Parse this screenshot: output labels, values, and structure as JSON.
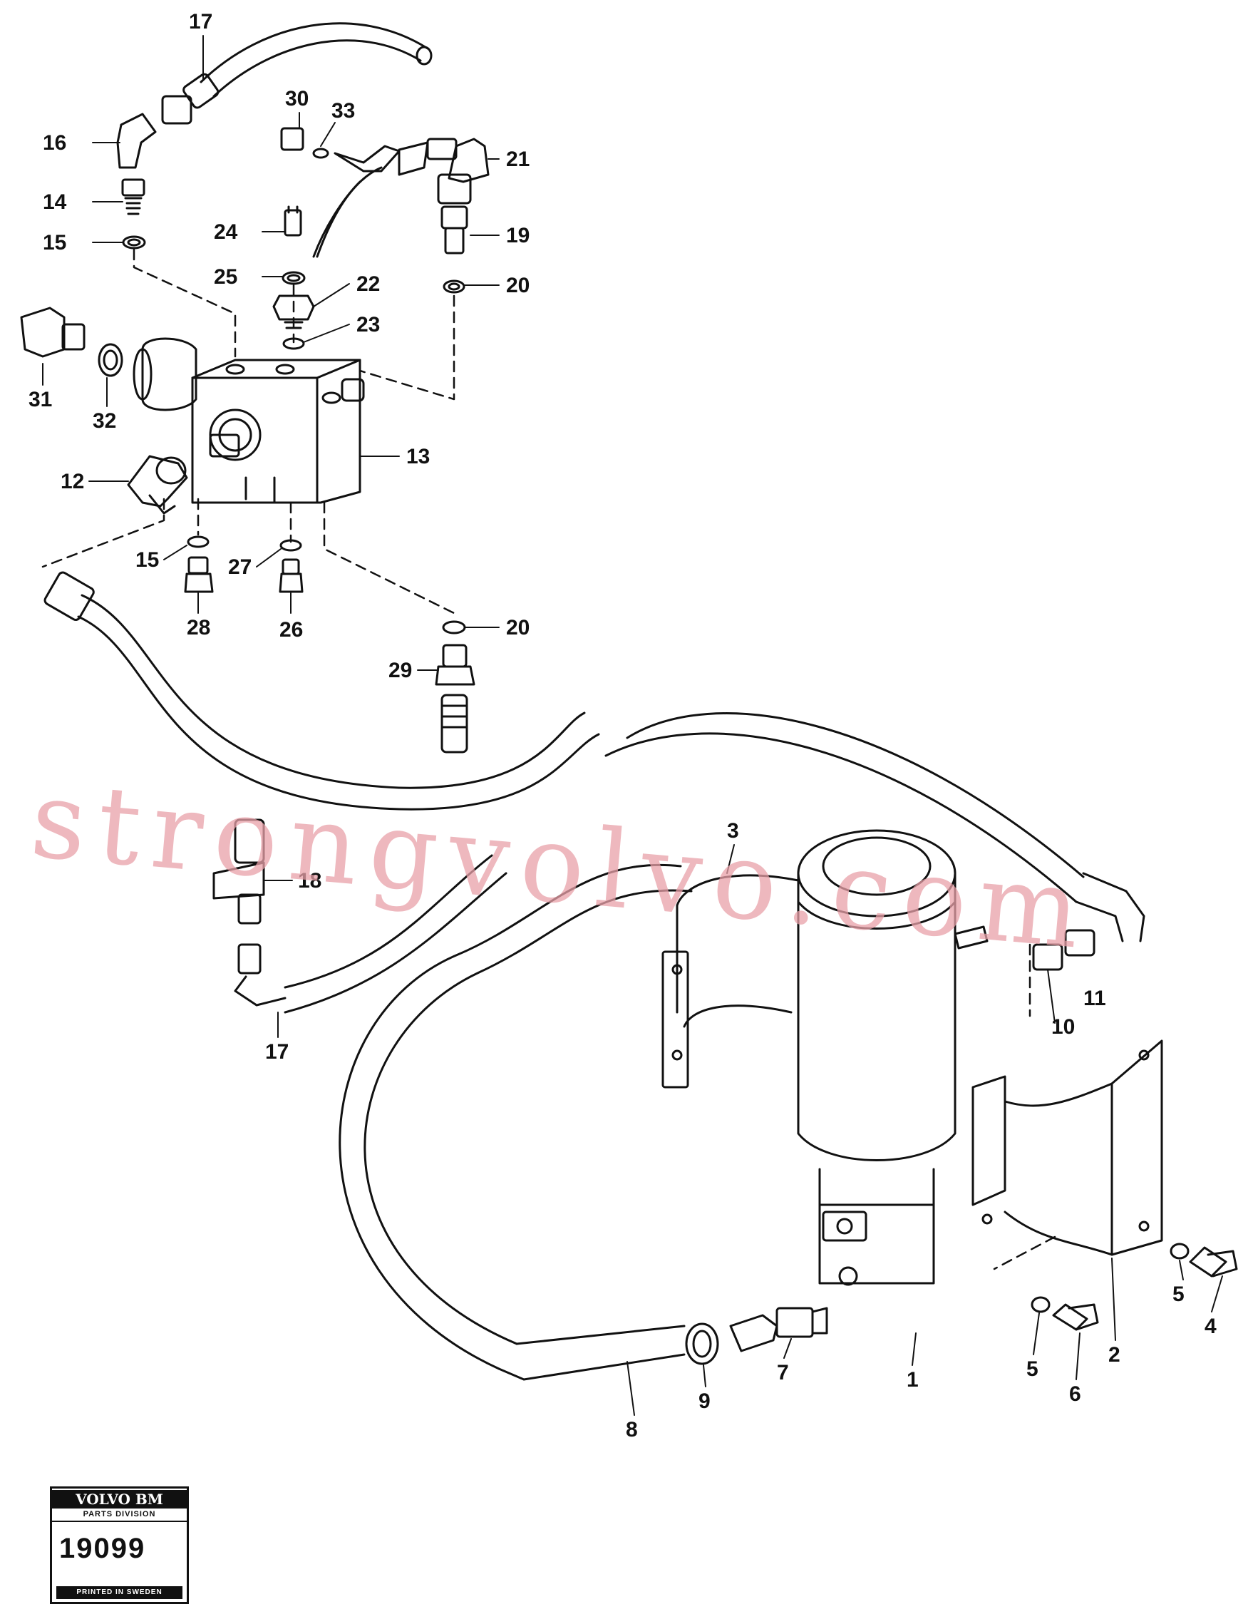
{
  "callouts": {
    "c1": "1",
    "c2": "2",
    "c3": "3",
    "c4": "4",
    "c5a": "5",
    "c5b": "5",
    "c6": "6",
    "c7": "7",
    "c8": "8",
    "c9": "9",
    "c10": "10",
    "c11": "11",
    "c12": "12",
    "c13": "13",
    "c14": "14",
    "c15a": "15",
    "c15b": "15",
    "c16": "16",
    "c17a": "17",
    "c17b": "17",
    "c18": "18",
    "c19": "19",
    "c20a": "20",
    "c20b": "20",
    "c21": "21",
    "c22": "22",
    "c23": "23",
    "c24": "24",
    "c25": "25",
    "c26": "26",
    "c27": "27",
    "c28": "28",
    "c29": "29",
    "c30": "30",
    "c31": "31",
    "c32": "32",
    "c33": "33"
  },
  "watermark": "strongvolvo.com",
  "stamp": {
    "brand": "VOLVO BM",
    "division": "PARTS DIVISION",
    "number": "19099",
    "printed": "PRINTED IN SWEDEN"
  }
}
